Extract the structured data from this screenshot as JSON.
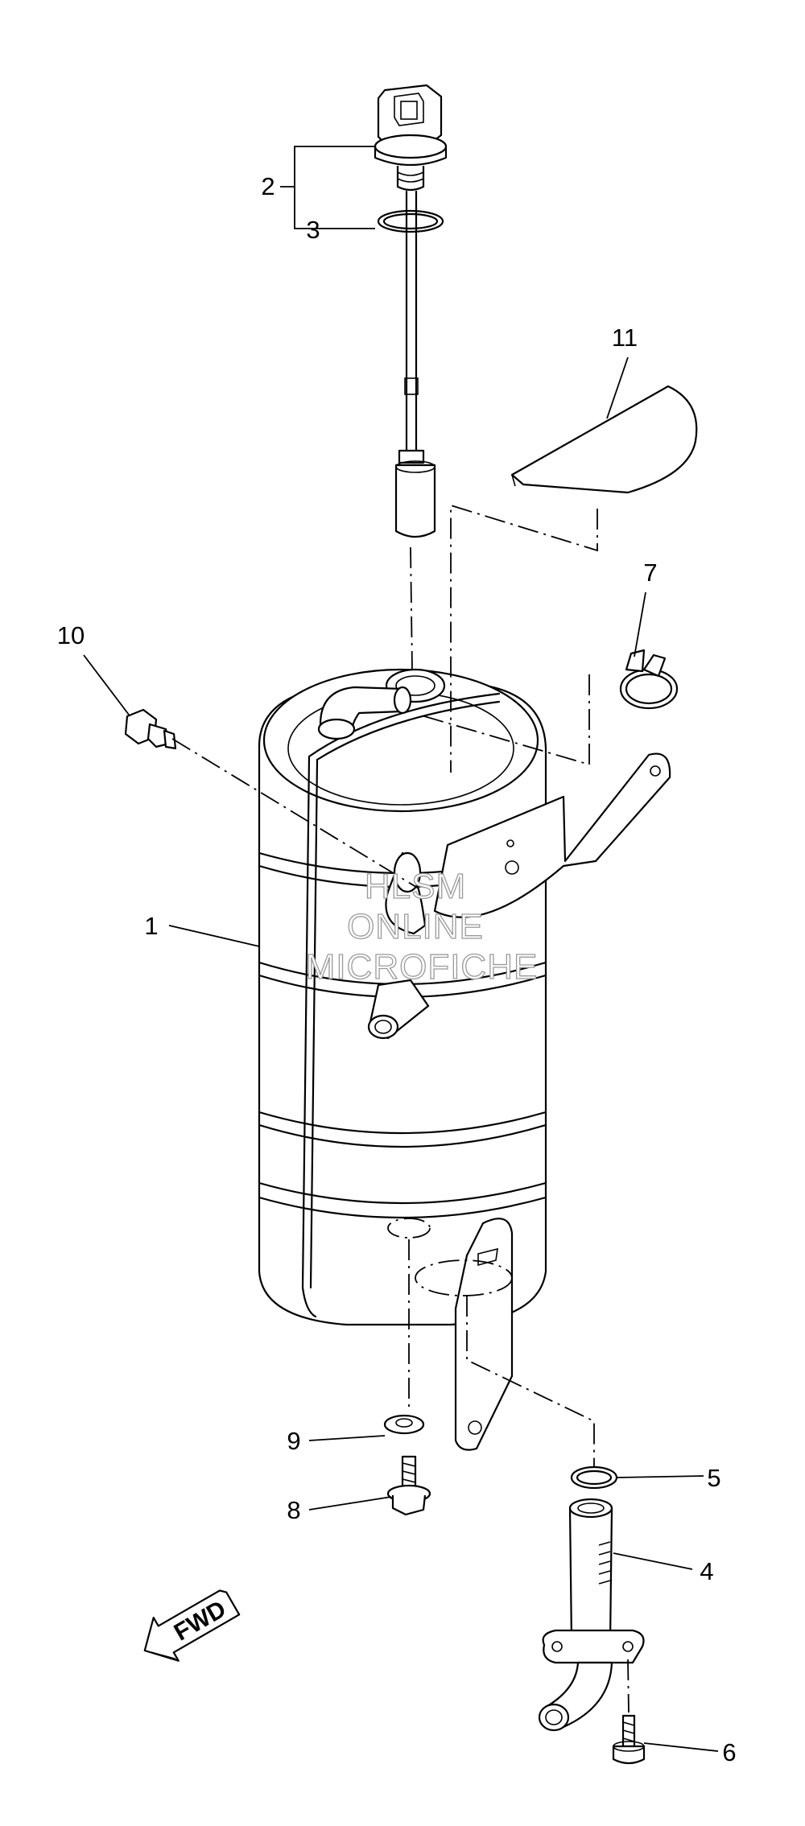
{
  "callouts": {
    "c1": "1",
    "c2": "2",
    "c3": "3",
    "c4": "4",
    "c5": "5",
    "c6": "6",
    "c7": "7",
    "c8": "8",
    "c9": "9",
    "c10": "10",
    "c11": "11"
  },
  "watermark": {
    "line1": "HLSM",
    "line2": "ONLINE",
    "line3": "MICROFICHE"
  },
  "direction_arrow": {
    "label": "FWD"
  },
  "colors": {
    "line": "#000000",
    "background": "#ffffff",
    "watermark_outline": "#9a9a9a"
  }
}
